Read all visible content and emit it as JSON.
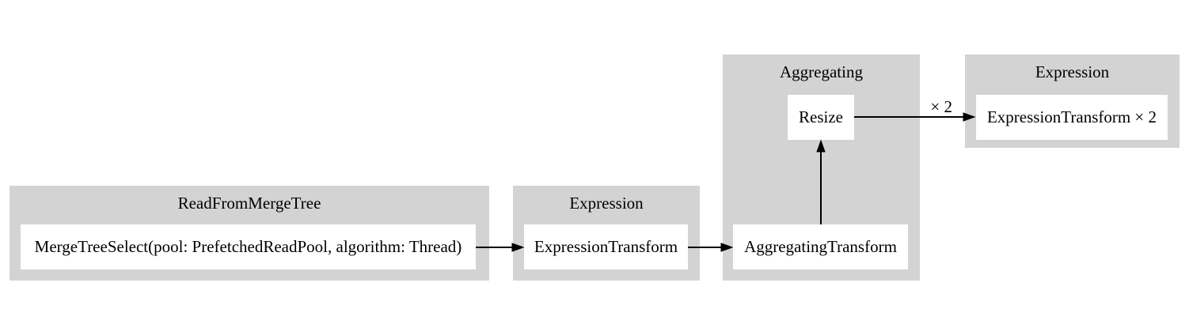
{
  "diagram": {
    "type": "pipeline-graph",
    "colors": {
      "background": "#ffffff",
      "cluster_fill": "#d3d3d3",
      "node_fill": "#ffffff",
      "line": "#000000",
      "text": "#000000"
    },
    "clusters": [
      {
        "label": "ReadFromMergeTree",
        "nodes": [
          {
            "label": "MergeTreeSelect(pool: PrefetchedReadPool, algorithm: Thread)"
          }
        ]
      },
      {
        "label": "Expression",
        "nodes": [
          {
            "label": "ExpressionTransform"
          }
        ]
      },
      {
        "label": "Aggregating",
        "nodes": [
          {
            "label": "AggregatingTransform"
          },
          {
            "label": "Resize"
          }
        ]
      },
      {
        "label": "Expression",
        "nodes": [
          {
            "label": "ExpressionTransform × 2"
          }
        ]
      }
    ],
    "edges": [
      {
        "from": "MergeTreeSelect(pool: PrefetchedReadPool, algorithm: Thread)",
        "to": "ExpressionTransform",
        "label": ""
      },
      {
        "from": "ExpressionTransform",
        "to": "AggregatingTransform",
        "label": ""
      },
      {
        "from": "AggregatingTransform",
        "to": "Resize",
        "label": ""
      },
      {
        "from": "Resize",
        "to": "ExpressionTransform × 2",
        "label": "× 2"
      }
    ]
  }
}
